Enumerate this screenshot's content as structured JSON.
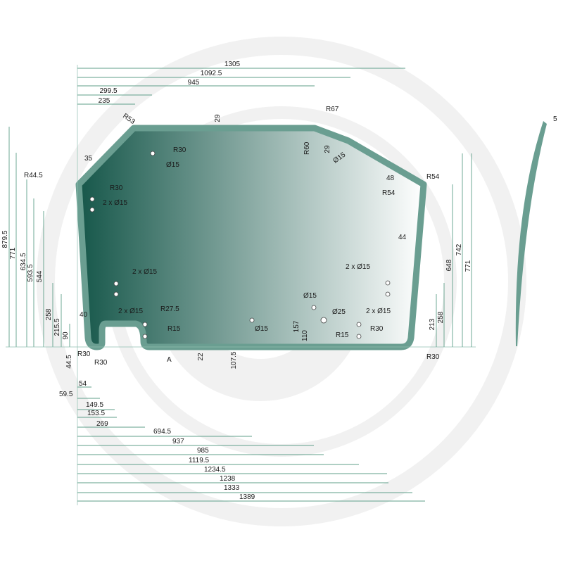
{
  "colors": {
    "glass_dark": "#16574a",
    "glass_light": "#ffffff",
    "frame": "#6a9e91",
    "dimension_line": "#5f9f8a",
    "watermark": "#f1f1f1"
  },
  "watermark": {
    "icon": "circular-logo-watermark"
  },
  "dimensions": {
    "top": [
      "1305",
      "1092.5",
      "945",
      "299.5",
      "235"
    ],
    "bottom": [
      "54",
      "59.5",
      "149.5",
      "153.5",
      "269",
      "694.5",
      "937",
      "985",
      "1119.5",
      "1234.5",
      "1238",
      "1333",
      "1389"
    ],
    "left_vertical": [
      "879.5",
      "771",
      "634.5",
      "593.5",
      "544",
      "258",
      "215.5",
      "90",
      "44.5"
    ],
    "right_vertical": [
      "742",
      "771",
      "648",
      "258",
      "213"
    ],
    "inner_vertical": [
      "29",
      "29",
      "22",
      "107.5",
      "157",
      "110"
    ],
    "edge_offsets": [
      "35",
      "40",
      "44",
      "48"
    ],
    "side_profile": [
      "5"
    ]
  },
  "callouts": {
    "radii": [
      "R53",
      "R67",
      "R60",
      "R30",
      "R44.5",
      "R30",
      "R54",
      "R54",
      "R27.5",
      "R15",
      "R15",
      "R30",
      "R30",
      "R30",
      "R30"
    ],
    "holes": [
      "Ø15",
      "Ø15",
      "2 x Ø15",
      "2 x Ø15",
      "2 x Ø15",
      "2 x Ø15",
      "Ø15",
      "Ø15",
      "Ø25",
      "2 x Ø15"
    ],
    "view_marker": "A"
  }
}
